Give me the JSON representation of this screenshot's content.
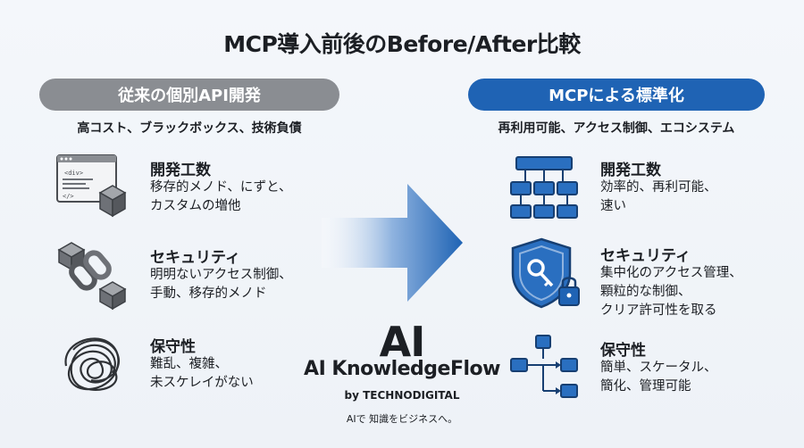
{
  "title": "MCP導入前後のBefore/After比較",
  "before": {
    "header": "従来の個別API開発",
    "subtitle": "高コスト、ブラックボックス、技術負債",
    "items": [
      {
        "heading": "開発工数",
        "lines": [
          "移存的メノド、にずと、",
          "カスタムの増他"
        ],
        "icon": "code-window-box-icon"
      },
      {
        "heading": "セキュリティ",
        "lines": [
          "明明ないアクセス制御、",
          "手動、移存的メノド"
        ],
        "icon": "broken-chain-icon"
      },
      {
        "heading": "保守性",
        "lines": [
          "難乱、複雑、",
          "未スケレイがない"
        ],
        "icon": "tangled-scribble-icon"
      }
    ]
  },
  "after": {
    "header": "MCPによる標準化",
    "subtitle": "再利用可能、アクセス制御、エコシステム",
    "items": [
      {
        "heading": "開発工数",
        "lines": [
          "効率的、再利可能、",
          "速い"
        ],
        "icon": "modular-blocks-icon"
      },
      {
        "heading": "セキュリティ",
        "lines": [
          "集中化のアクセス管理、",
          "顆粒的な制御、",
          "クリア許可性を取る"
        ],
        "icon": "shield-key-lock-icon"
      },
      {
        "heading": "保守性",
        "lines": [
          "簡単、スケータル、",
          "簡化、管理可能"
        ],
        "icon": "flowchart-icon"
      }
    ]
  },
  "logo": {
    "mark": "AI",
    "name": "AI KnowledgeFlow",
    "by": "by TECHNODIGITAL",
    "tagline": "AIで 知識をビジネスへ。"
  },
  "colors": {
    "accent": "#1f63b4",
    "gray": "#8a8d92",
    "icon_gray": "#6e7177",
    "text": "#1c1f24"
  }
}
